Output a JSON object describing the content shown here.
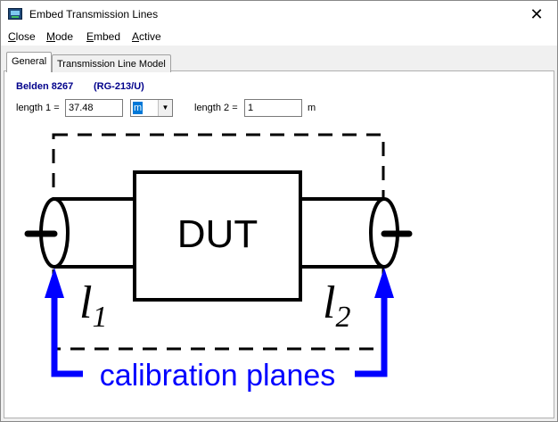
{
  "window": {
    "title": "Embed Transmission Lines",
    "close_glyph": "✕"
  },
  "menu": [
    {
      "label": "Close",
      "underline": "C",
      "rest": "lose"
    },
    {
      "label": "Mode",
      "underline": "M",
      "rest": "ode"
    },
    {
      "label": "Embed",
      "underline": "E",
      "rest": "mbed"
    },
    {
      "label": "Active",
      "underline": "A",
      "rest": "ctive"
    }
  ],
  "tabs": [
    {
      "label": "General",
      "active": true
    },
    {
      "label": "Transmission Line Model",
      "active": false
    }
  ],
  "cable": {
    "name": "Belden 8267",
    "type": "(RG-213/U)",
    "color": "#00008b"
  },
  "length1": {
    "label": "length 1 =",
    "value": "37.48",
    "unit": "m"
  },
  "length2": {
    "label": "length 2 =",
    "value": "1",
    "unit": "m"
  },
  "diagram": {
    "center_label": "DUT",
    "l1_letter": "l",
    "l1_sub": "1",
    "l2_letter": "l",
    "l2_sub": "2",
    "caption": "calibration planes",
    "accent_color": "#0000ff"
  }
}
